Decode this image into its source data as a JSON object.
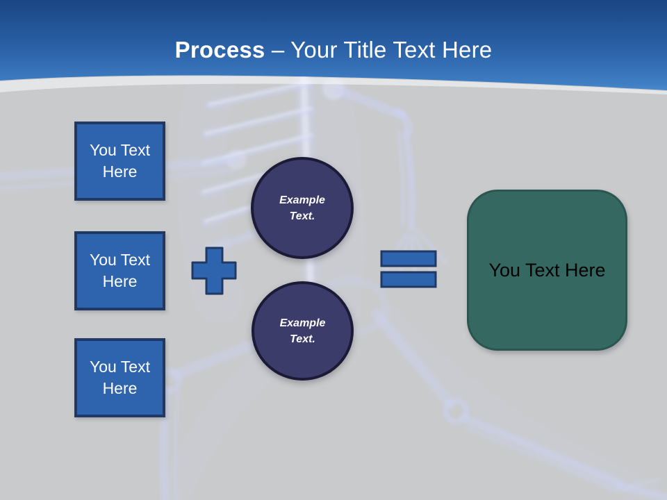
{
  "title": {
    "bold": "Process",
    "rest": "– Your Title Text Here"
  },
  "boxes": [
    {
      "line1": "You Text",
      "line2": "Here"
    },
    {
      "line1": "You Text",
      "line2": "Here"
    },
    {
      "line1": "You Text",
      "line2": "Here"
    }
  ],
  "circles": [
    {
      "line1": "Example",
      "line2": "Text."
    },
    {
      "line1": "Example",
      "line2": "Text."
    }
  ],
  "operators": {
    "plus": "plus-icon",
    "equals": "equals-icon"
  },
  "result": {
    "label": "You Text Here"
  },
  "colors": {
    "header_top": "#1a4584",
    "header_mid": "#2b62a8",
    "header_bottom": "#4080c6",
    "accent_blue": "#2e63ae",
    "accent_blue_border": "#1f3864",
    "circle_fill": "#3c3c6b",
    "circle_border": "#1b1b38",
    "teal_fill": "#346861",
    "teal_border": "#2a5551",
    "background_gray": "#c9cacc",
    "title_text": "#ffffff",
    "box_text": "#ffffff",
    "result_text": "#000000",
    "skeleton_tint": "#ccd4f4"
  }
}
